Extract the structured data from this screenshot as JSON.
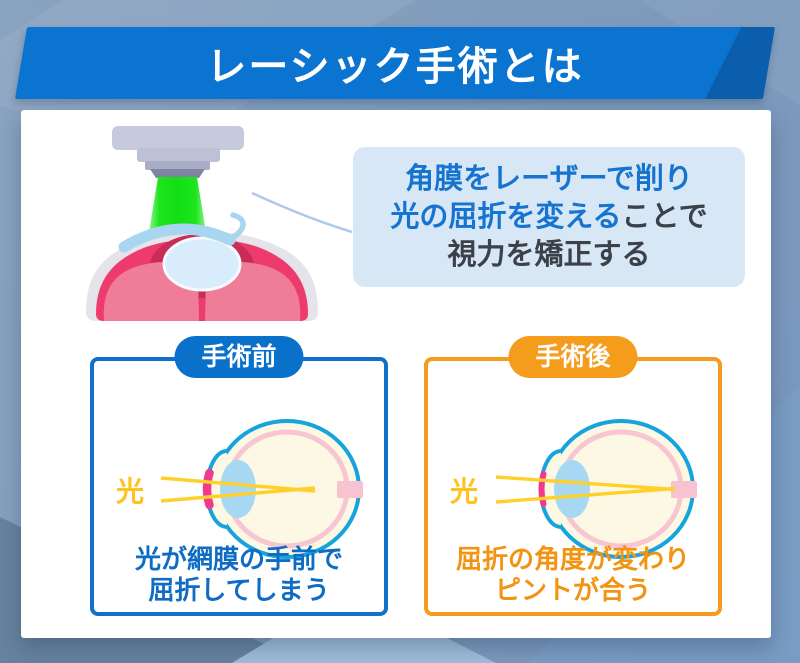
{
  "header": {
    "title": "レーシック手術とは"
  },
  "bubble": {
    "line1": "角膜をレーザーで削り",
    "line2_highlight": "光の屈折を変える",
    "line2_rest": "ことで",
    "line3": "視力を矯正する"
  },
  "before": {
    "label": "手術前",
    "light_label": "光",
    "caption_line1": "光が網膜の手前で",
    "caption_line2": "屈折してしまう"
  },
  "after": {
    "label": "手術後",
    "light_label": "光",
    "caption_line1": "屈折の角度が変わり",
    "caption_line2": "ピントが合う"
  },
  "colors": {
    "banner_blue": "#0B74D0",
    "banner_accent_dark": "#0B5EAC",
    "background_blue_gray": "#87A1BE",
    "card_white": "#FFFFFF",
    "bubble_bg": "#D8E7F6",
    "bubble_text_blue": "#1674D1",
    "bubble_text_dark": "#3B4049",
    "before_box_blue": "#0F72C8",
    "after_box_orange": "#F59C1C",
    "caption_blue": "#0F6CC4",
    "caption_orange": "#F29412",
    "ray_yellow": "#FFD02A",
    "light_label_yellow": "#FFC21E",
    "eye_outline_cyan": "#16A4DE",
    "eye_fill_cream": "#FDF8E3",
    "retina_ring_pink": "#F7C6D2",
    "lens_light_blue": "#A7D8F3",
    "cornea_magenta": "#F13A8C",
    "optic_nerve_pink": "#F8C3D1",
    "laser_green": "#1EE41E",
    "machine_lavender_gray": "#C7CADC",
    "eye_tissue_deep_pink": "#ED3B6D",
    "eye_tissue_light_pink": "#EF7D98",
    "flap_light_blue": "#A8D6F1"
  }
}
